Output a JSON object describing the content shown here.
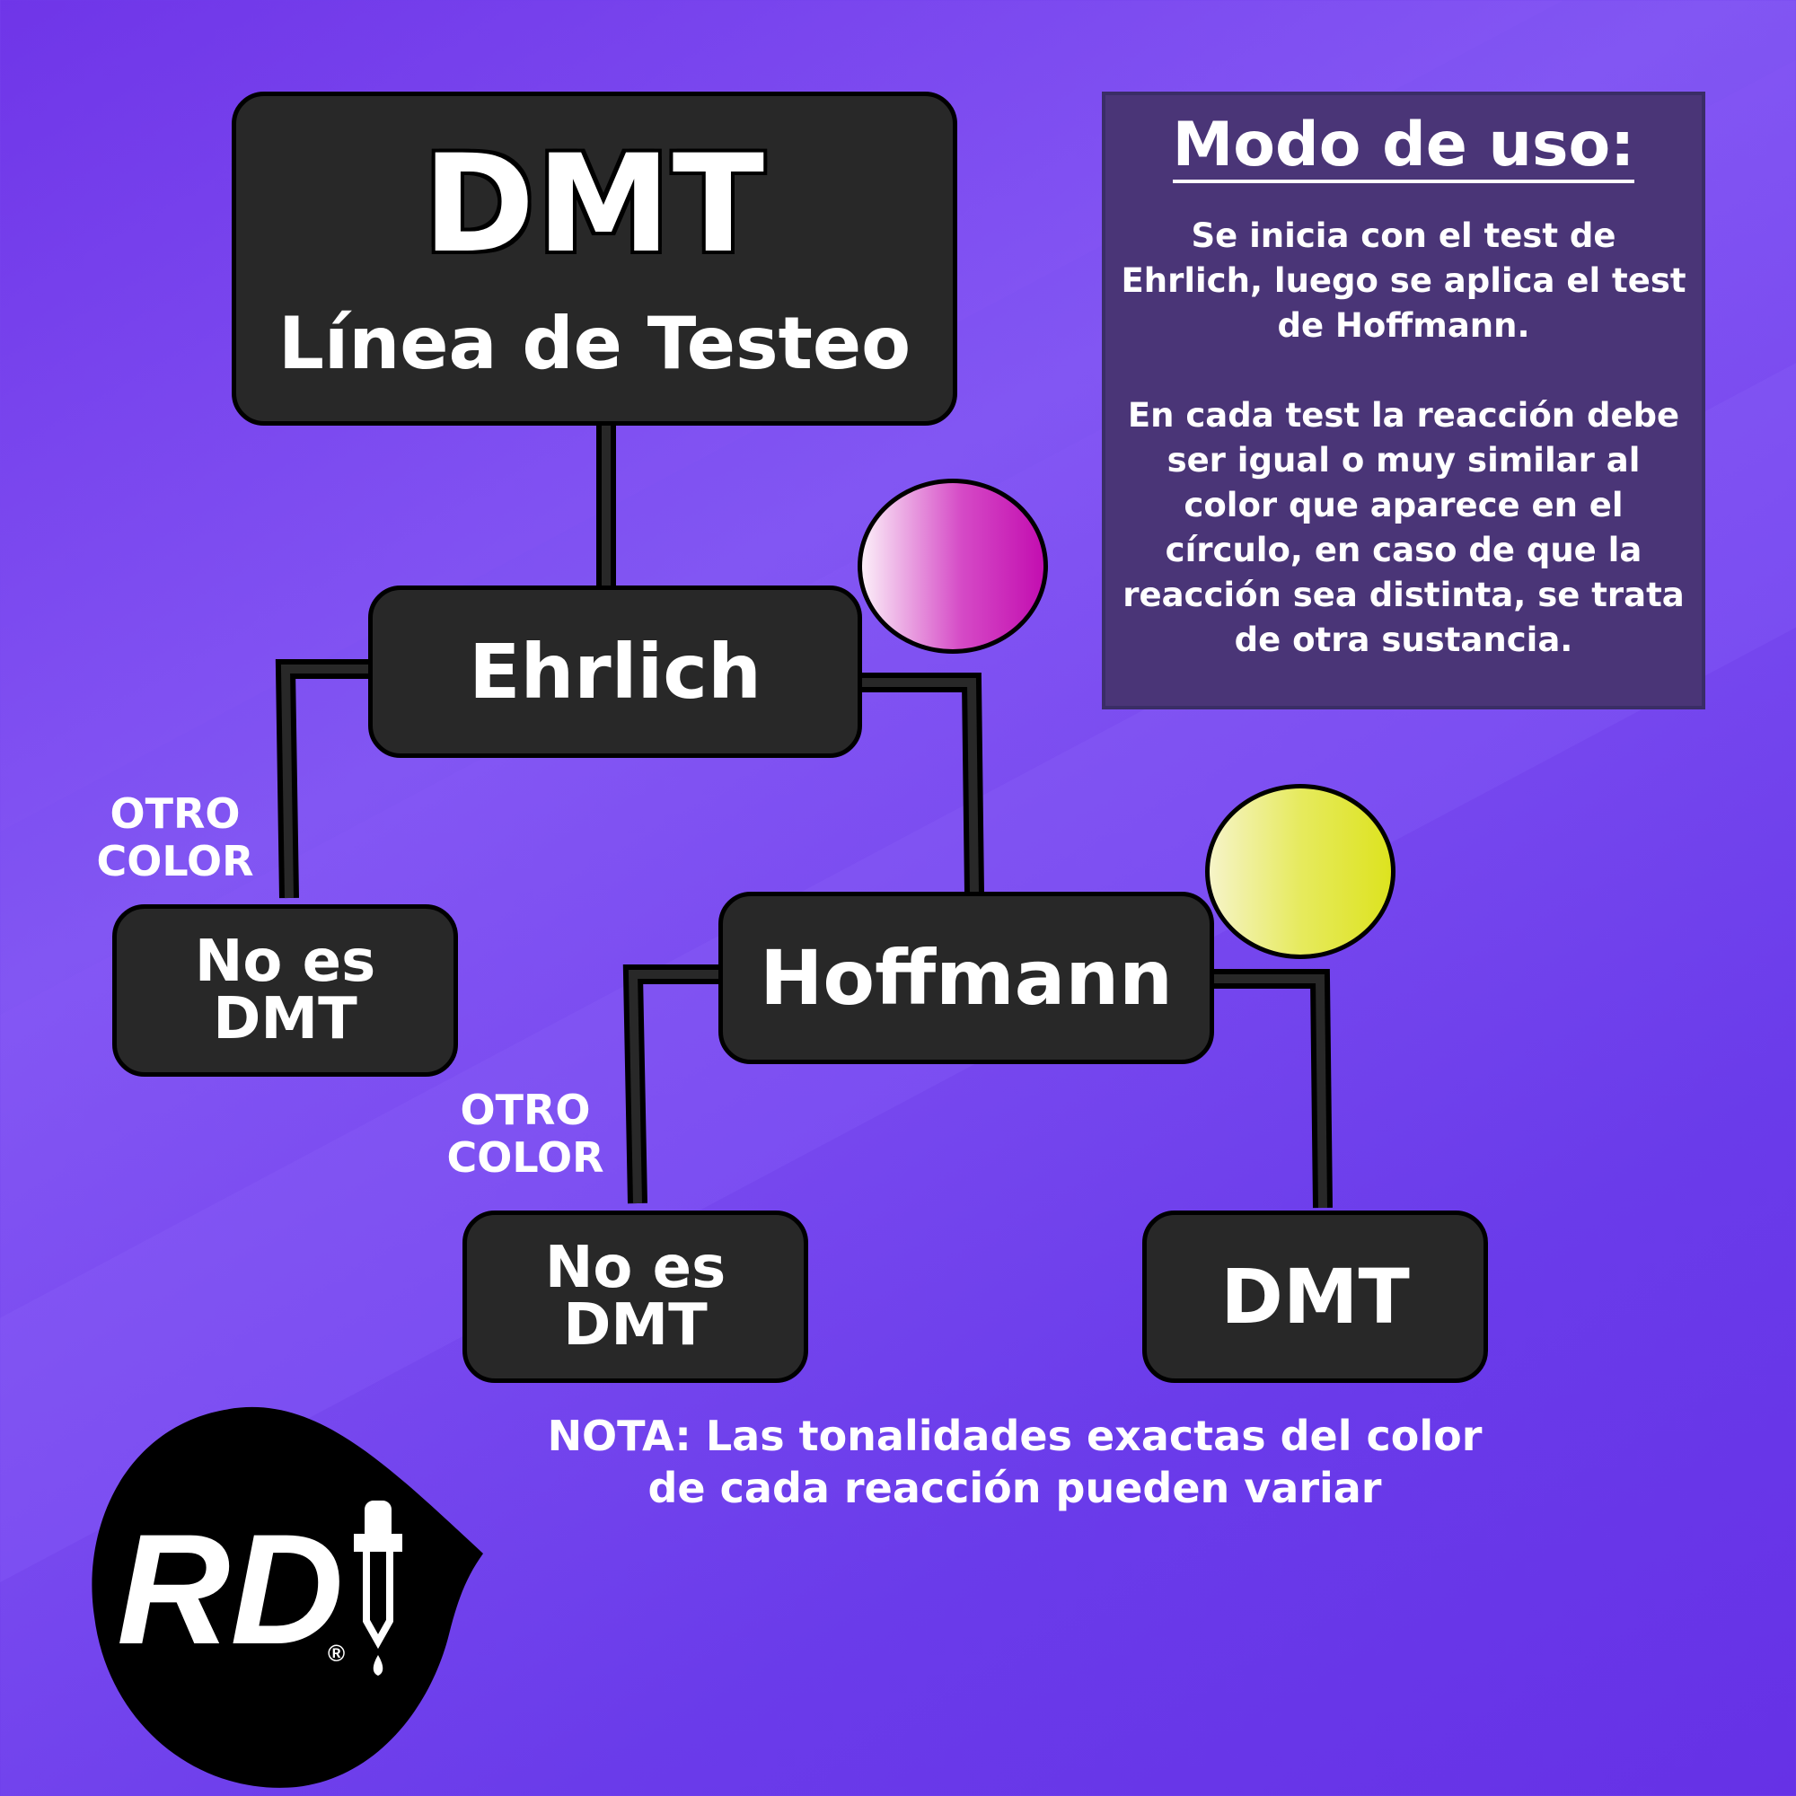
{
  "title": {
    "main": "DMT",
    "sub": "Línea de Testeo"
  },
  "nodes": {
    "ehrlich": "Ehrlich",
    "hoffmann": "Hoffmann",
    "leaf_left_1": "No es\nDMT",
    "leaf_left_2": "No es\nDMT",
    "leaf_result": "DMT"
  },
  "branch_labels": {
    "ehrlich_other": "OTRO\nCOLOR",
    "hoffmann_other": "OTRO\nCOLOR"
  },
  "reaction_colors": {
    "ehrlich": [
      "#fbeef8",
      "#c30eb0"
    ],
    "hoffmann": [
      "#f6f4c8",
      "#dde31f"
    ]
  },
  "info": {
    "title": "Modo de uso:",
    "text": "Se inicia con el test de\nEhrlich, luego se aplica el test\nde Hoffmann.\n\nEn cada test la reacción debe\nser igual o muy similar al\ncolor que aparece en el\ncírculo, en caso de que la\nreacción sea distinta, se trata\nde otra sustancia."
  },
  "note": "NOTA: Las tonalidades exactas del color\nde cada reacción pueden variar",
  "logo": {
    "text": "RD",
    "mark": "®"
  },
  "colors": {
    "background": "#7b4cf0",
    "box": "#282828",
    "info_panel": "#4a3577"
  }
}
